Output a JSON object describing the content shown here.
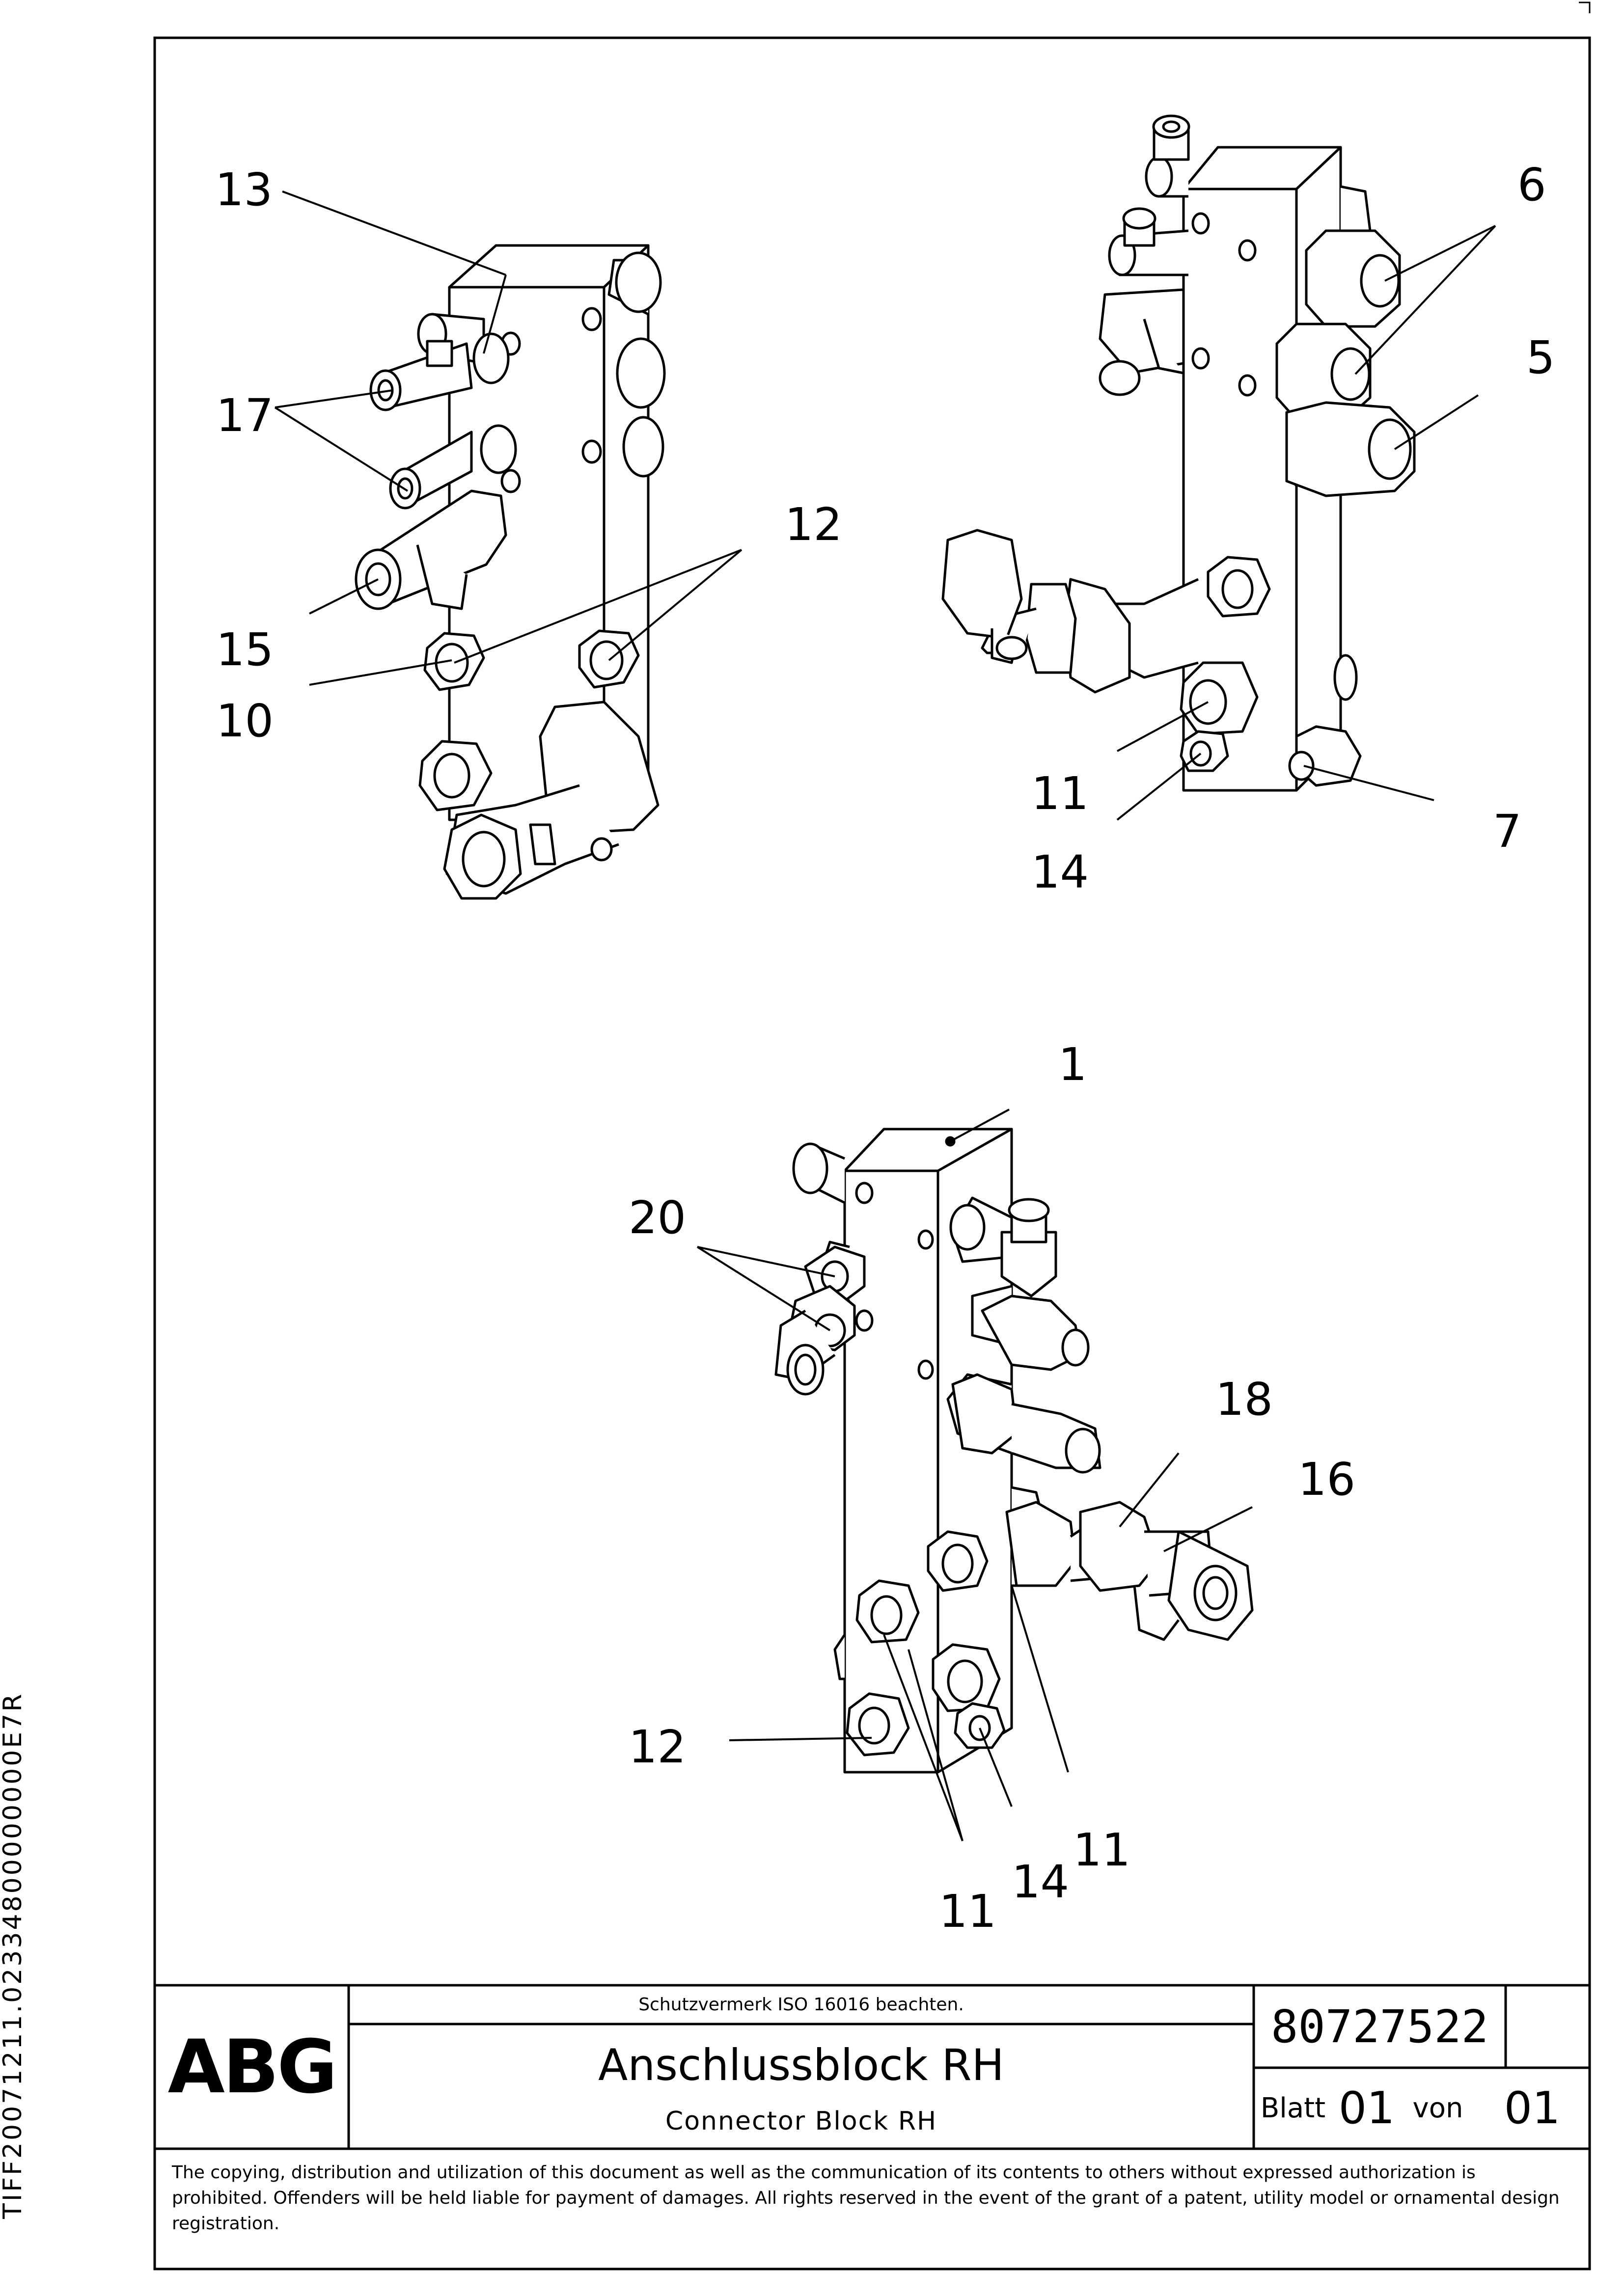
{
  "callouts": {
    "c13": "13",
    "c17": "17",
    "c15": "15",
    "c10": "10",
    "c12a": "12",
    "c6": "6",
    "c5": "5",
    "c11a": "11",
    "c14a": "14",
    "c7": "7",
    "c1": "1",
    "c20": "20",
    "c18": "18",
    "c16": "16",
    "c12b": "12",
    "c11b": "11",
    "c14b": "14",
    "c11c": "11"
  },
  "titleblock": {
    "logo": "ABG",
    "protection_note": "Schutzvermerk ISO 16016 beachten.",
    "title_de": "Anschlussblock RH",
    "title_en": "Connector Block RH",
    "drawing_number": "80727522",
    "sheet_label": "Blatt",
    "sheet_number": "01",
    "of_label": "von",
    "sheet_total": "01"
  },
  "copyright_notice": "The copying, distribution and utilization of this document as well as the communication of its contents to others without expressed authorization is prohibited. Offenders will be held liable for payment of damages. All rights reserved in the event of the grant of a patent, utility model or ornamental design registration.",
  "side_code": "TIFF20071211.02334800000000E7R"
}
